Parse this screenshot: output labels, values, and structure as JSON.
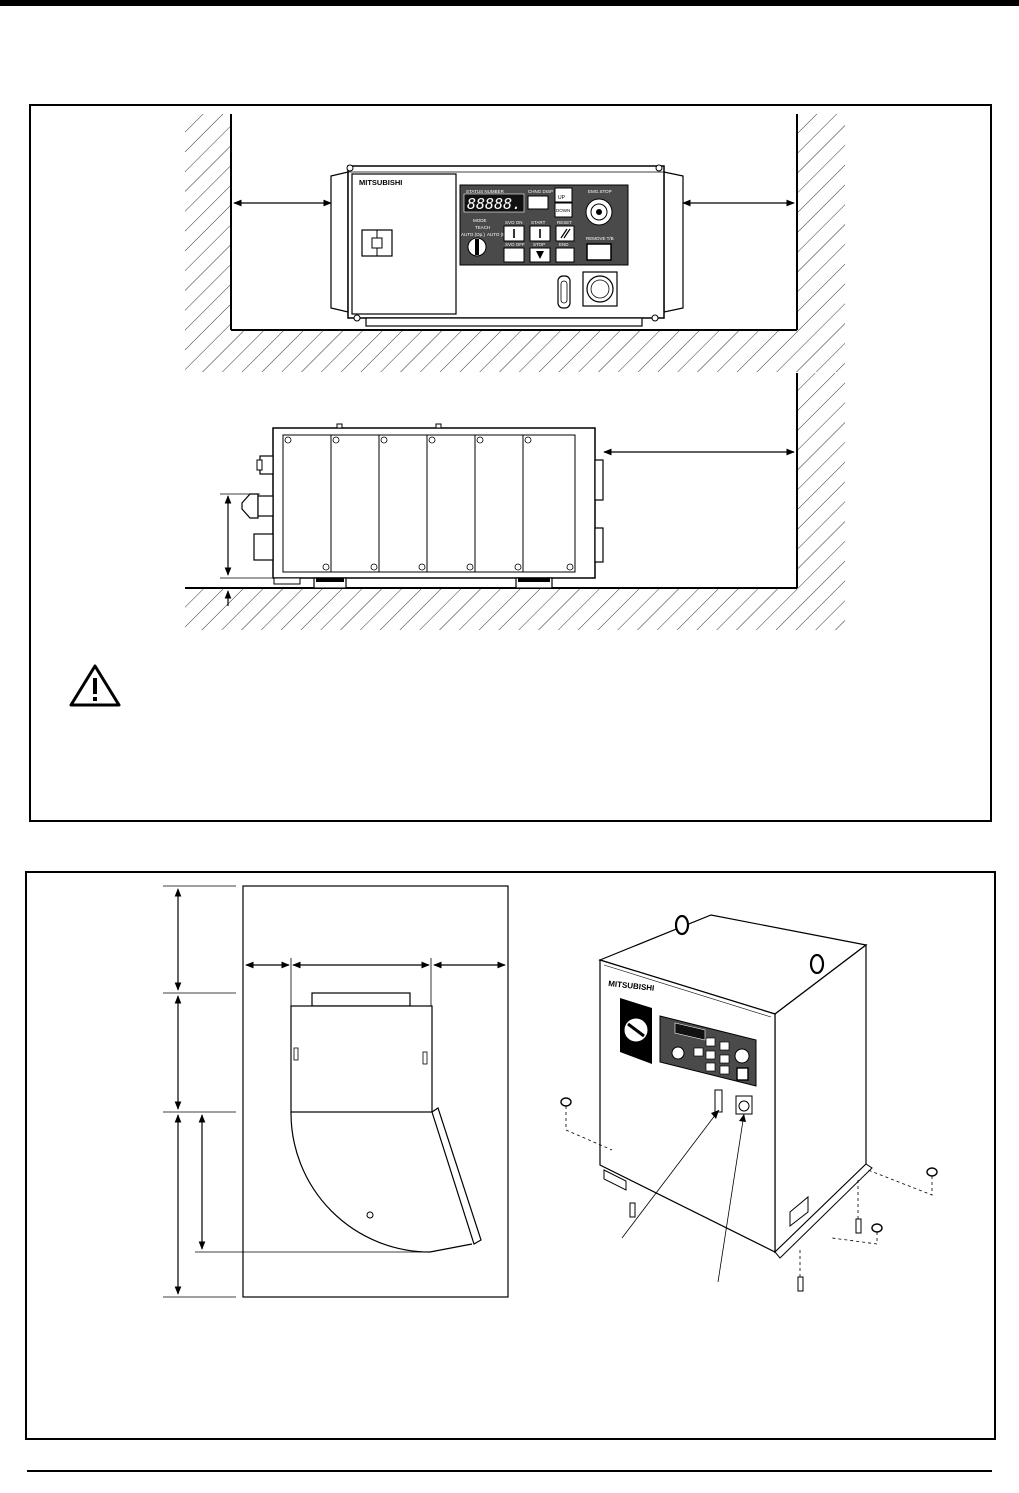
{
  "controller_front": {
    "brand": "MITSUBISHI",
    "status_number_label": "STATUS NUMBER",
    "display_value": "88888.",
    "change_disp_label": "CHNG DISP",
    "up_label": "UP",
    "down_label": "DOWN",
    "emg_stop_label": "EMG.STOP",
    "mode_label": "MODE",
    "mode_auto_op_label": "AUTO (Op.)",
    "mode_teach_label": "TEACH",
    "mode_auto_ext_label": "AUTO (Ext.)",
    "svo_on_label": "SVO ON",
    "start_label": "START",
    "reset_label": "RESET",
    "svo_off_label": "SVO OFF",
    "stop_label": "STOP",
    "end_label": "END",
    "remove_tb_label": "REMOVE T/B"
  },
  "cabinet": {
    "brand": "MITSUBISHI"
  },
  "colors": {
    "line": "#000000",
    "panel_fill": "#4a4a4a",
    "background": "#ffffff"
  },
  "icons": [
    "warning-triangle-icon",
    "emergency-stop-icon",
    "mode-key-switch-icon"
  ]
}
